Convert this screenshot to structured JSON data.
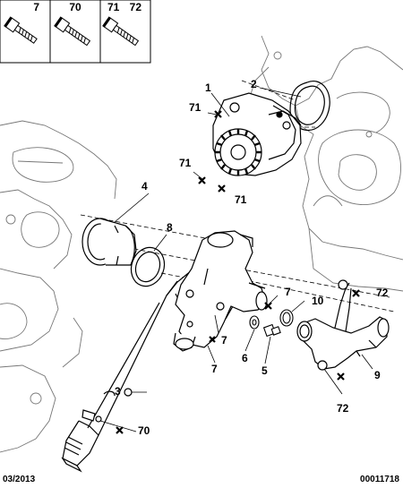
{
  "legend": {
    "boxes": [
      {
        "label": "7",
        "icon": "bolt-icon"
      },
      {
        "label": "70",
        "icon": "bolt-icon"
      },
      {
        "label": "71",
        "icon": "bolt-icon"
      },
      {
        "label": "72",
        "icon": "bolt-icon"
      }
    ]
  },
  "callouts": {
    "c1": "1",
    "c2": "2",
    "c3": "3",
    "c4": "4",
    "c5": "5",
    "c6": "6",
    "c7a": "7",
    "c7b": "7",
    "c7c": "7",
    "c8": "8",
    "c9": "9",
    "c10": "10",
    "c70": "70",
    "c71a": "71",
    "c71b": "71",
    "c71c": "71",
    "c72a": "72",
    "c72b": "72"
  },
  "footer": {
    "date": "03/2013",
    "ref": "00011718"
  }
}
